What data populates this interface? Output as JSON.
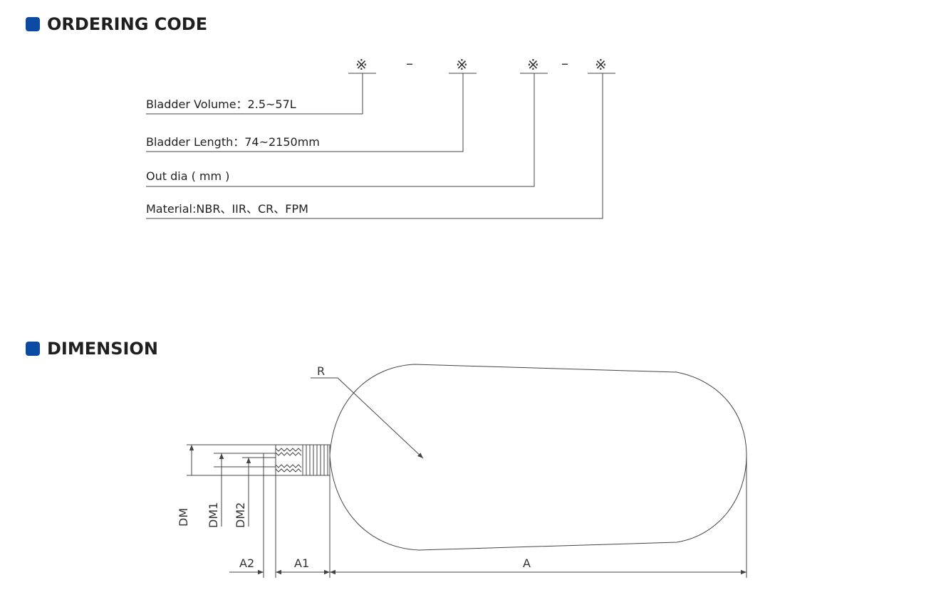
{
  "sections": {
    "ordering": "ORDERING CODE",
    "dimension": "DIMENSION"
  },
  "ordering_code": {
    "symbol": "※",
    "separator": "–",
    "fields": [
      "Bladder Volume：2.5~57L",
      "Bladder Length：74~2150mm",
      "Out dia ( mm )",
      "Material:NBR、IIR、CR、FPM"
    ]
  },
  "dimension_labels": {
    "R": "R",
    "DM": "DM",
    "DM1": "DM1",
    "DM2": "DM2",
    "A": "A",
    "A1": "A1",
    "A2": "A2"
  },
  "colors": {
    "heading_marker": "#0b4aa2"
  }
}
